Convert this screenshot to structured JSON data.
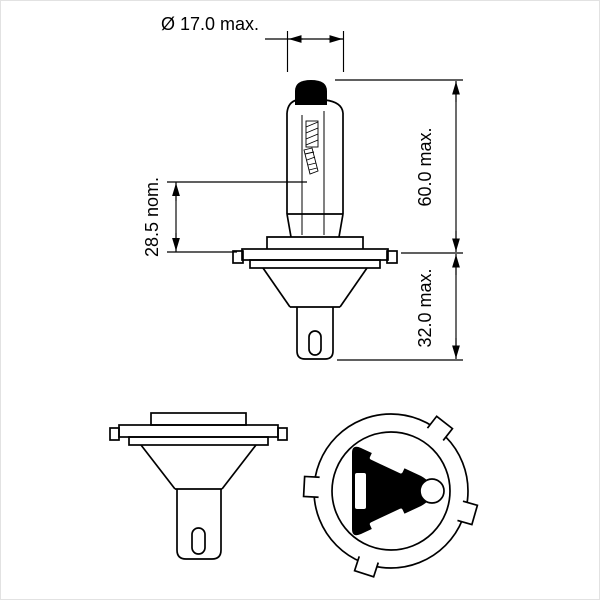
{
  "page": {
    "background": "#ffffff",
    "line_color": "#000000",
    "fill_dark": "#000000"
  },
  "dimensions": {
    "diameter_label": "Ø 17.0 max.",
    "overall_length_label": "60.0 max.",
    "base_length_label": "32.0 max.",
    "light_center_label": "28.5 nom."
  }
}
